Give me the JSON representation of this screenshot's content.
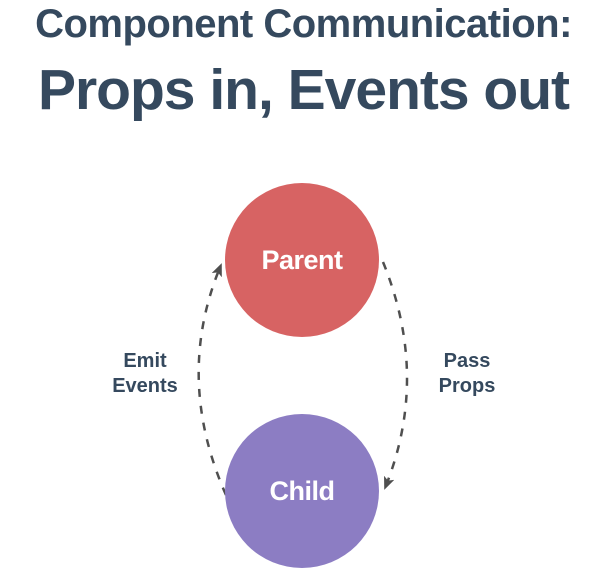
{
  "title": {
    "line1": "Component Communication:",
    "line2": "Props in, Events out"
  },
  "diagram": {
    "nodes": [
      {
        "id": "parent",
        "label": "Parent"
      },
      {
        "id": "child",
        "label": "Child"
      }
    ],
    "edges": [
      {
        "id": "emit-events",
        "label": "Emit Events",
        "label_lines": [
          "Emit",
          "Events"
        ],
        "from": "child",
        "to": "parent",
        "side": "left",
        "style": "dashed-arrow"
      },
      {
        "id": "pass-props",
        "label": "Pass Props",
        "label_lines": [
          "Pass",
          "Props"
        ],
        "from": "parent",
        "to": "child",
        "side": "right",
        "style": "dashed-arrow"
      }
    ]
  },
  "colors": {
    "background": "#FFFFFF",
    "title": "#35495E",
    "label": "#35495E",
    "parent": "#D76363",
    "child": "#8C7DC3",
    "arrow": "#4F4F4F",
    "node_text": "#FFFFFF"
  }
}
